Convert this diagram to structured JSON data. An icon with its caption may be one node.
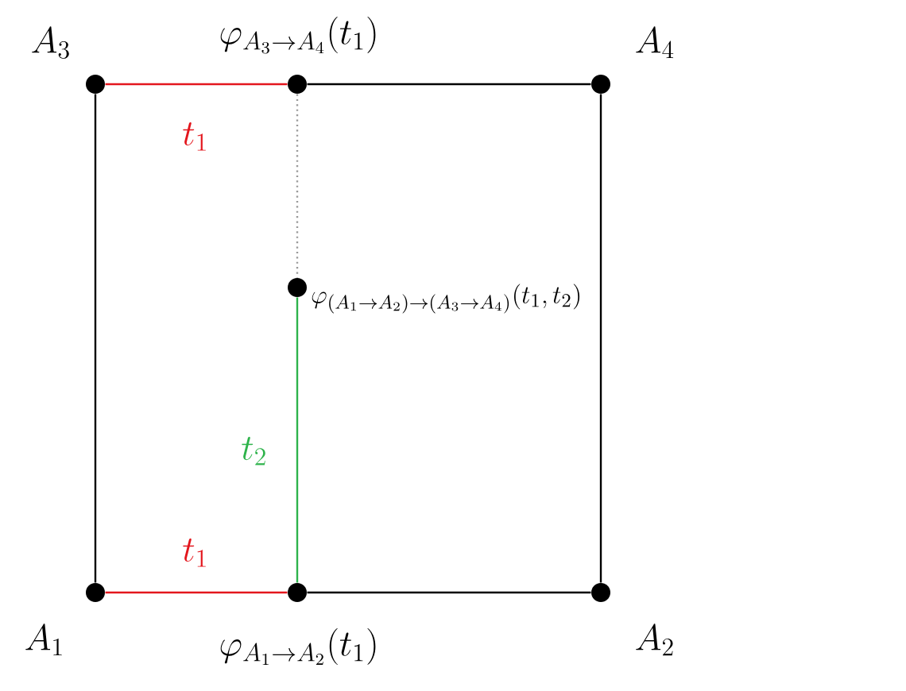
{
  "diagram": {
    "nodes": [
      {
        "text": [
          "A_3"
        ]
      },
      {
        "text": [
          "\\varphi_{A_3\\to A_4}(t_1)"
        ]
      },
      {
        "text": [
          "A_4"
        ]
      },
      {
        "text": [
          "\\varphi_{(A_1\\to A_2)\\to(A_3\\to A_4)}(t_1,t_2)"
        ]
      },
      {
        "text": [
          "A_1"
        ]
      },
      {
        "text": [
          "\\varphi_{A_1\\to A_2}(t_1)"
        ]
      },
      {
        "text": [
          "A_2"
        ]
      }
    ],
    "edges": [
      {
        "from": 0,
        "to": 1,
        "arrow": "none",
        "label": "t_1",
        "color": "#e3161d"
      },
      {
        "from": 1,
        "to": 2,
        "arrow": "none"
      },
      {
        "from": 0,
        "to": 4,
        "arrow": "none"
      },
      {
        "from": 2,
        "to": 6,
        "arrow": "none"
      },
      {
        "from": 1,
        "to": 3,
        "arrow": "none",
        "style": "dashed",
        "color": "#9a9a9a"
      },
      {
        "from": 3,
        "to": 5,
        "arrow": "none",
        "label": "t_2",
        "color": "#2eb34b"
      },
      {
        "from": 4,
        "to": 5,
        "arrow": "none",
        "label": "t_1",
        "color": "#e3161d"
      },
      {
        "from": 5,
        "to": 6,
        "arrow": "none"
      }
    ]
  }
}
